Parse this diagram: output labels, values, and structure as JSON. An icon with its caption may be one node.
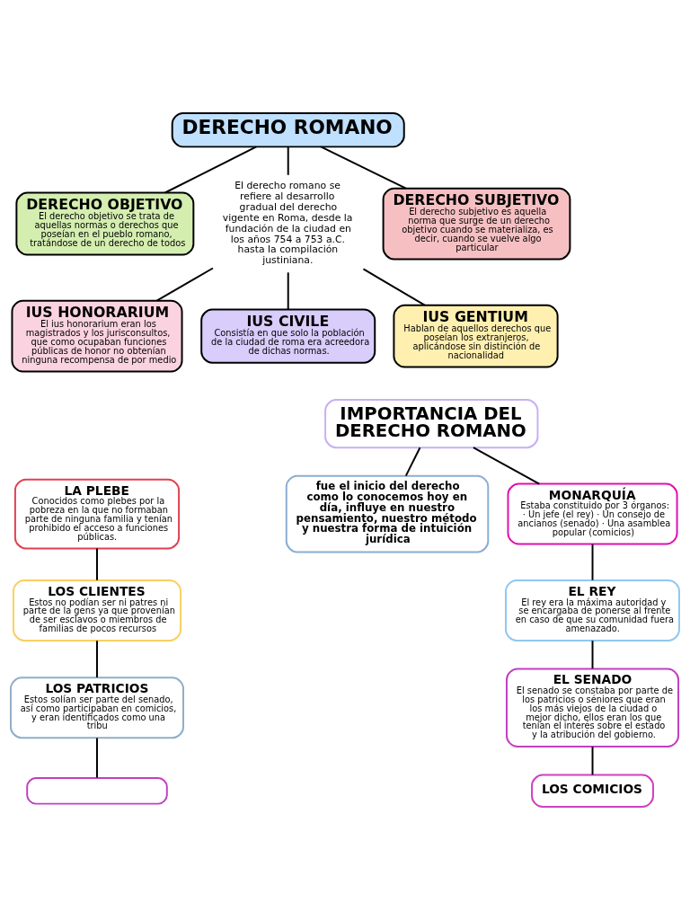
{
  "diagram": {
    "nodes": [
      {
        "text": [
          "DERECHO ROMANO"
        ]
      },
      {
        "text": [
          "DERECHO OBJETIVO",
          "El derecho objetivo se trata de aquellas normas o derechos que poseían en el pueblo romano, tratándose de un derecho de todos"
        ]
      },
      {
        "text": [
          "El derecho romano se refiere al desarrollo gradual del derecho vigente en Roma, desde la fundación de la ciudad en los años 754 a 753 a.C. hasta la compilación justiniana."
        ]
      },
      {
        "text": [
          "DERECHO SUBJETIVO",
          "El derecho subjetivo es aquella norma que surge de un derecho objetivo cuando se materializa, es decir, cuando se vuelve algo particular"
        ]
      },
      {
        "text": [
          "IUS HONORARIUM",
          "El ius honorarium eran los magistrados y los jurisconsultos, que como ocupaban funciones públicas de honor no obtenían ninguna recompensa de por medio"
        ]
      },
      {
        "text": [
          "IUS CIVILE",
          "Consistía en que solo la población de la ciudad de roma era acreedora de dichas normas."
        ]
      },
      {
        "text": [
          "IUS GENTIUM",
          "Hablan de aquellos derechos que poseían los extranjeros, aplicándose sin distinción de nacionalidad"
        ]
      },
      {
        "text": [
          "LA PLEBE",
          "Conocidos como plebes por la pobreza en la que no formaban parte de ninguna familia y tenían prohibido el acceso a funciones públicas."
        ]
      },
      {
        "text": [
          "fue el inicio del derecho como lo conocemos hoy en día, influye en nuestro pensamiento, nuestro método y nuestra forma de intuición jurídica"
        ]
      },
      {
        "text": [
          "MONARQUÍA",
          "Estaba constituido por 3 órganos: · Un jefe (el rey) · Un consejo de ancianos (senado) · Una asamblea popular (comicios)"
        ]
      },
      {
        "text": [
          "LOS CLIENTES",
          "Estos no podían ser ni patres ni parte de la gens ya que provenían de ser esclavos o miembros de familias de pocos recursos"
        ]
      },
      {
        "text": [
          "EL REY",
          "El rey era la máxima autoridad y se encargaba de ponerse al frente en caso de que su comunidad fuera amenazado."
        ]
      },
      {
        "text": [
          "IMPORTANCIA DEL DERECHO ROMANO"
        ]
      },
      {
        "text": [
          "LOS PATRICIOS",
          "Estos solían ser parte del senado, así como participaban en comicios, y eran identificados como una tribu"
        ]
      },
      {
        "text": [
          "EL SENADO",
          "El senado se constaba por parte de los patricios o séniores que eran los más viejos de la ciudad o mejor dicho, ellos eran los que tenían el interés sobre el estado y la atribución del gobierno."
        ]
      },
      {
        "text": [],
        "shape": "box"
      },
      {
        "text": [
          "LOS COMICIOS"
        ]
      }
    ],
    "edges": [
      {
        "from": 0,
        "to": 1,
        "arrow": "none"
      },
      {
        "from": 0,
        "to": 3,
        "arrow": "none"
      },
      {
        "from": 0,
        "to": 2,
        "arrow": "none"
      },
      {
        "from": 2,
        "to": 4,
        "arrow": "none"
      },
      {
        "from": 2,
        "to": 5,
        "arrow": "none"
      },
      {
        "from": 2,
        "to": 6,
        "arrow": "none"
      },
      {
        "from": 7,
        "to": 10,
        "arrow": "none"
      },
      {
        "from": 10,
        "to": 13,
        "arrow": "none"
      },
      {
        "from": 13,
        "to": 15,
        "arrow": "none"
      },
      {
        "from": 12,
        "to": 8,
        "arrow": "none"
      },
      {
        "from": 12,
        "to": 9,
        "arrow": "none"
      },
      {
        "from": 9,
        "to": 11,
        "arrow": "none"
      },
      {
        "from": 11,
        "to": 14,
        "arrow": "none"
      },
      {
        "from": 14,
        "to": 16,
        "arrow": "none"
      }
    ]
  }
}
